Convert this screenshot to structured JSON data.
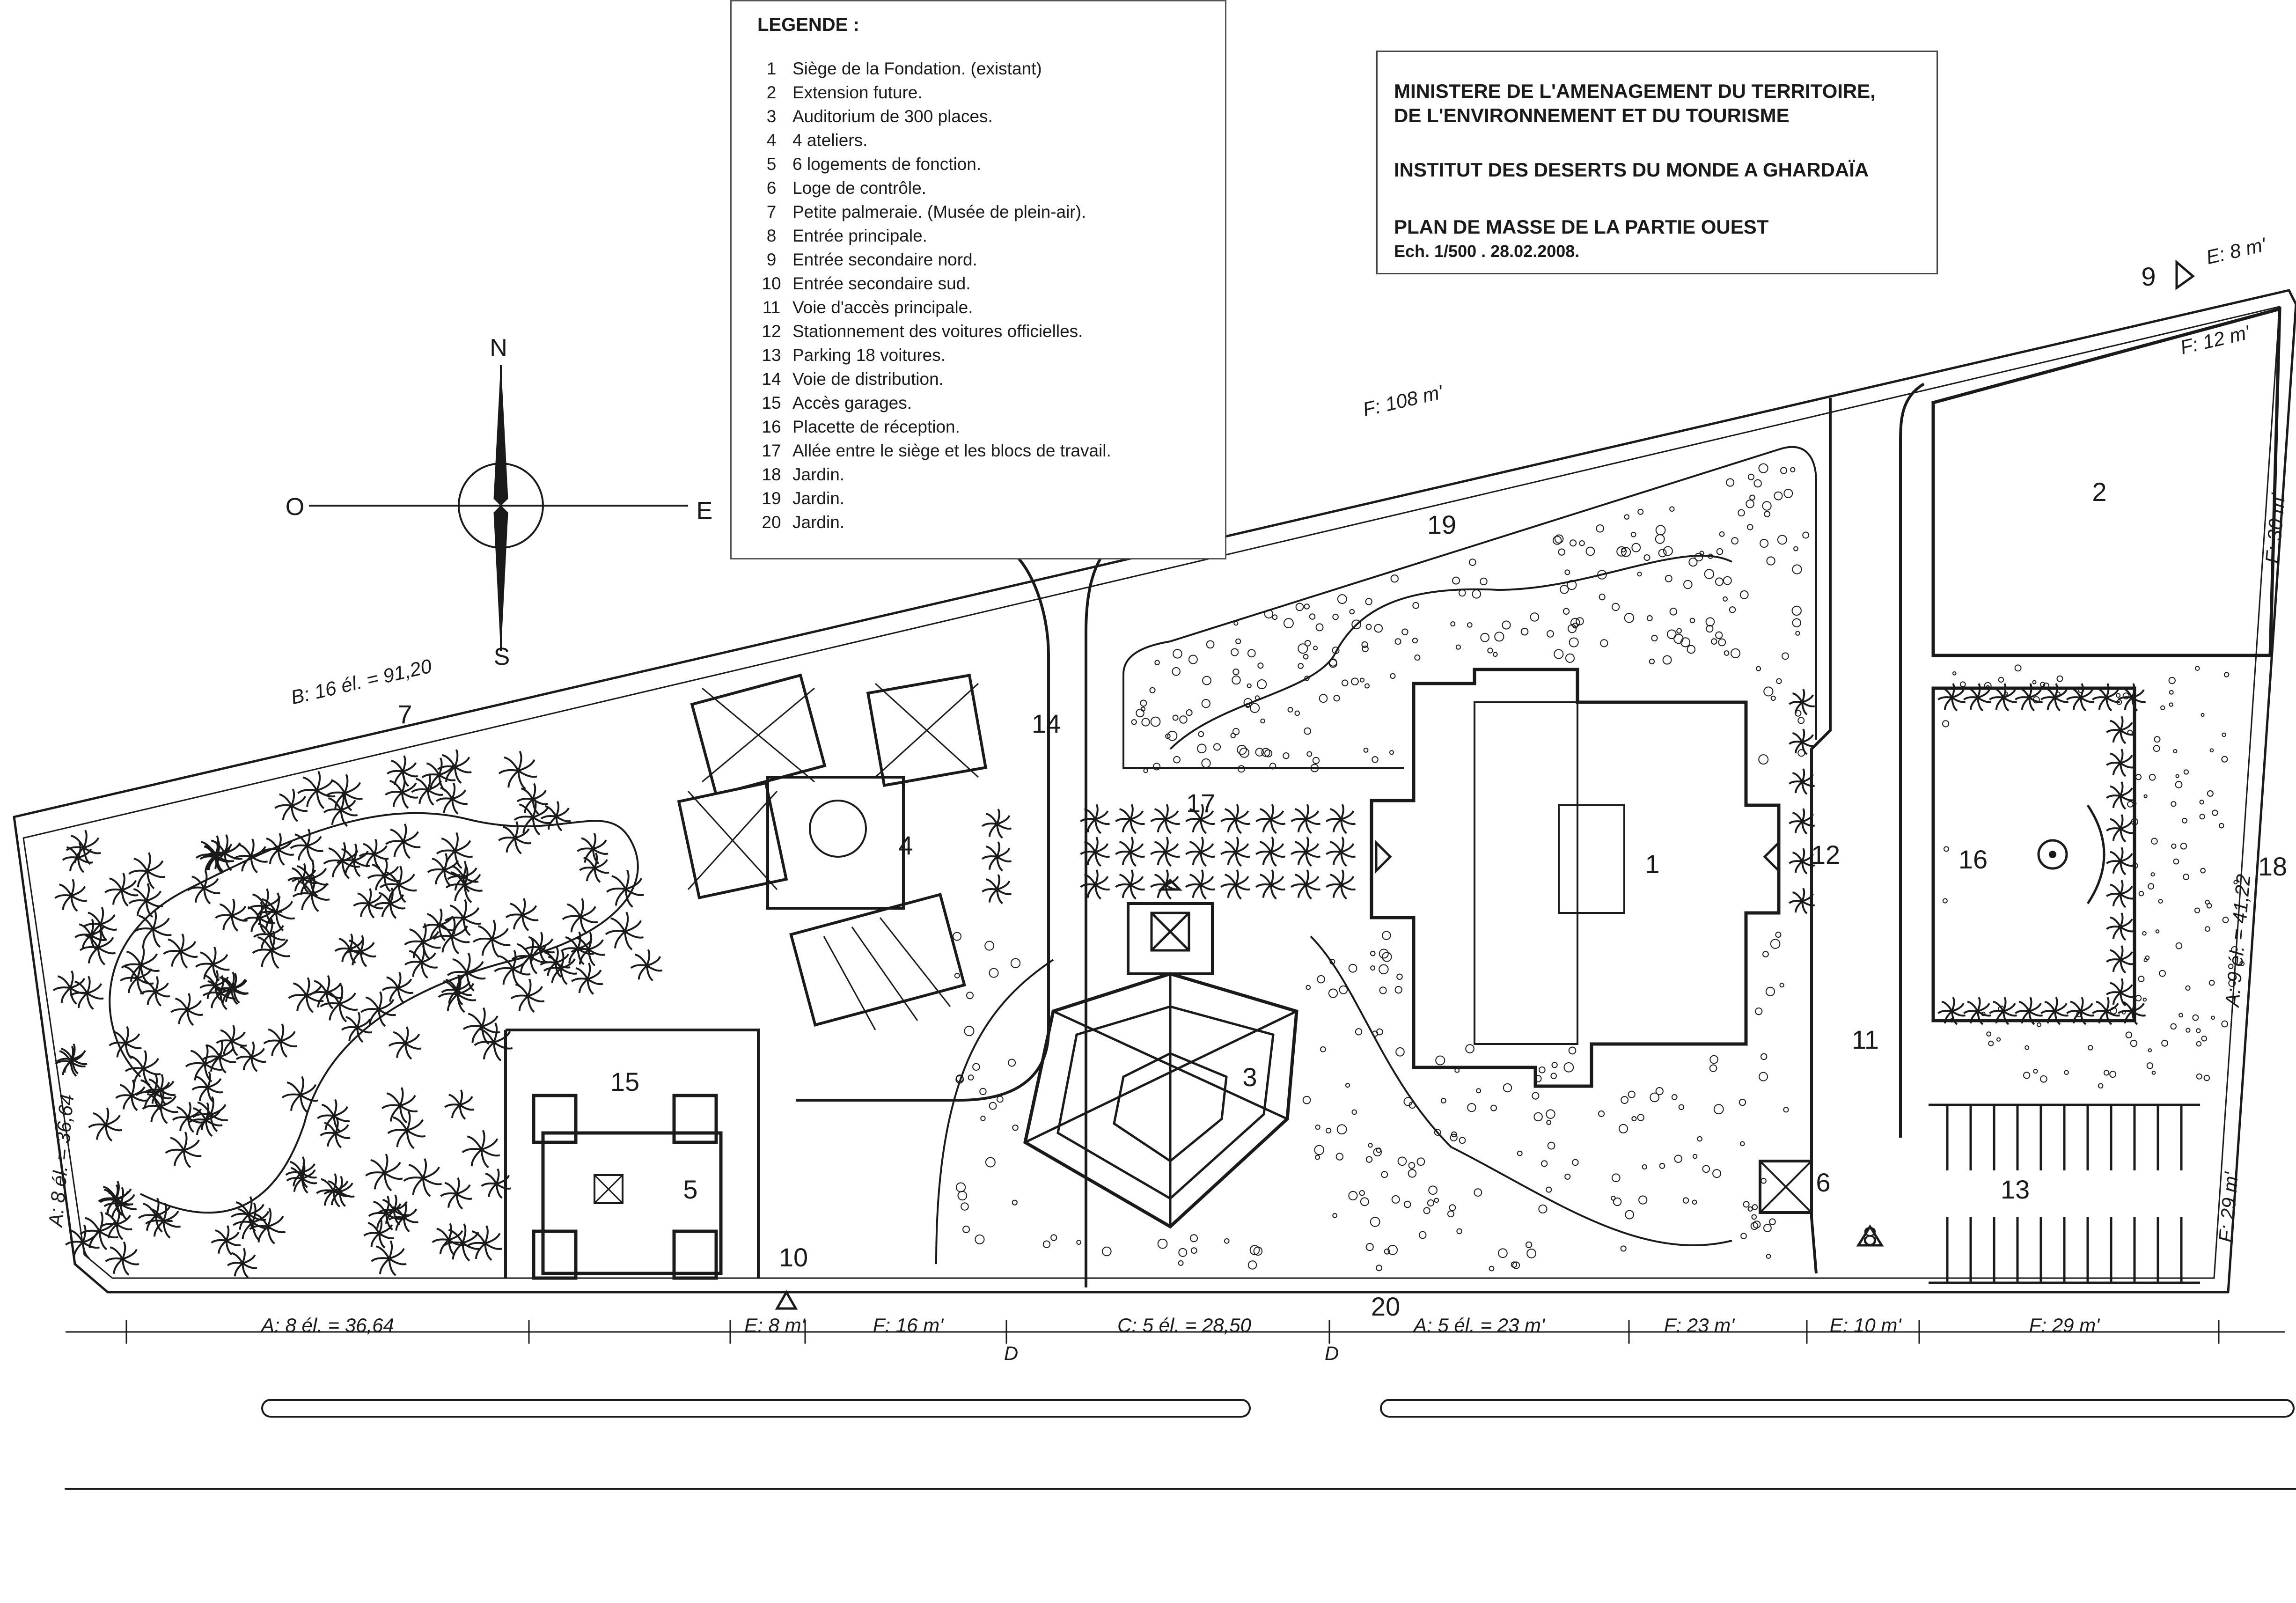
{
  "legend": {
    "title": "LEGENDE :",
    "items": [
      {
        "num": "1",
        "label": "Siège de la Fondation.  (existant)"
      },
      {
        "num": "2",
        "label": "Extension future."
      },
      {
        "num": "3",
        "label": "Auditorium de 300 places."
      },
      {
        "num": "4",
        "label": "4 ateliers."
      },
      {
        "num": "5",
        "label": "6 logements de fonction."
      },
      {
        "num": "6",
        "label": "Loge de contrôle."
      },
      {
        "num": "7",
        "label": "Petite palmeraie. (Musée de plein-air)."
      },
      {
        "num": "8",
        "label": "Entrée principale."
      },
      {
        "num": "9",
        "label": "Entrée secondaire nord."
      },
      {
        "num": "10",
        "label": "Entrée secondaire sud."
      },
      {
        "num": "11",
        "label": "Voie d'accès principale."
      },
      {
        "num": "12",
        "label": "Stationnement des voitures officielles."
      },
      {
        "num": "13",
        "label": "Parking 18 voitures."
      },
      {
        "num": "14",
        "label": "Voie de distribution."
      },
      {
        "num": "15",
        "label": "Accès garages."
      },
      {
        "num": "16",
        "label": "Placette de réception."
      },
      {
        "num": "17",
        "label": "Allée entre le siège et les blocs de travail."
      },
      {
        "num": "18",
        "label": "Jardin."
      },
      {
        "num": "19",
        "label": "Jardin."
      },
      {
        "num": "20",
        "label": "Jardin."
      }
    ]
  },
  "title_block": {
    "line1": "MINISTERE DE L'AMENAGEMENT DU TERRITOIRE,",
    "line2": "DE L'ENVIRONNEMENT ET DU TOURISME",
    "line3": "INSTITUT DES DESERTS DU MONDE A GHARDAÏA",
    "line4": "PLAN DE MASSE DE LA PARTIE OUEST",
    "line5": "Ech. 1/500  .  28.02.2008."
  },
  "compass": {
    "north": "N",
    "south": "S",
    "east": "E",
    "west": "O"
  },
  "zone_labels": {
    "z1": "1",
    "z2": "2",
    "z3": "3",
    "z4": "4",
    "z5": "5",
    "z6": "6",
    "z7": "7",
    "z8": "8",
    "z9": "9",
    "z10": "10",
    "z11": "11",
    "z12": "12",
    "z13": "13",
    "z14": "14",
    "z15": "15",
    "z16": "16",
    "z17": "17",
    "z18": "18",
    "z19": "19",
    "z20": "20"
  },
  "dimensions": {
    "north_edge": "F: 108 m'",
    "west_diag": "B: 16 él. = 91,20",
    "west_edge": "A: 8 él. = 36,64",
    "bottom_a": "A: 8 él. = 36,64",
    "bottom_e8": "E: 8 m'",
    "bottom_f16": "F: 16 m'",
    "bottom_c": "C: 5 él. = 28,50",
    "bottom_a5": "A: 5 él. = 23 m'",
    "bottom_f23": "F: 23 m'",
    "bottom_e10": "E: 10 m'",
    "bottom_f29": "F: 29 m'",
    "d1": "D",
    "d2": "D",
    "ne_e8": "E: 8 m'",
    "ne_f12": "F: 12 m'",
    "east_f30": "F: 30 m'",
    "east_a9": "A: 9 él. = 41,22",
    "east_f29": "F: 29 m'"
  },
  "colors": {
    "ink": "#1a1a1a",
    "paper": "#ffffff",
    "frame": "#555555"
  }
}
